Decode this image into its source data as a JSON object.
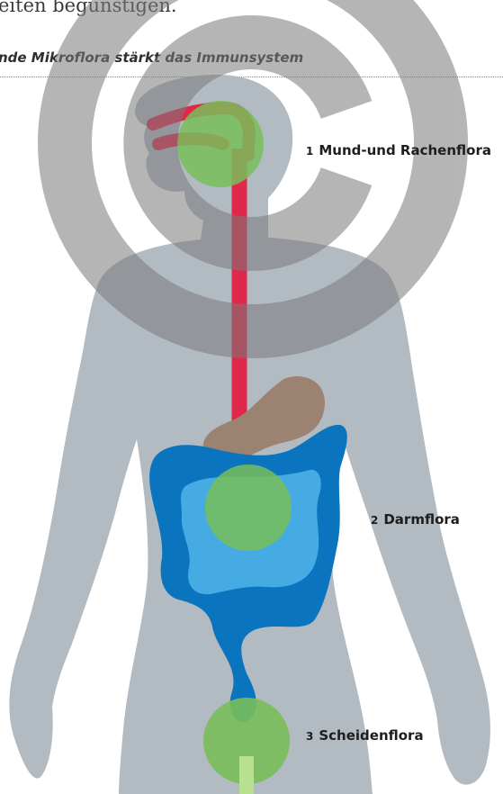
{
  "intro_text": "eiten begünstigen.",
  "caption": "nde Mikroflora stärkt das Immunsystem",
  "labels": [
    {
      "number": "1",
      "text": "Mund-und Rachenflora"
    },
    {
      "number": "2",
      "text": "Darmflora"
    },
    {
      "number": "3",
      "text": "Scheidenflora"
    }
  ],
  "colors": {
    "body": "#b2bac2",
    "esophagus": "#e0284d",
    "stomach": "#9c8270",
    "colon": "#0a74bf",
    "small_intestine": "#45abe2",
    "flora_marker": "#78be5a",
    "watermark": "#8c8c8c"
  },
  "watermark": "copyright-symbol"
}
